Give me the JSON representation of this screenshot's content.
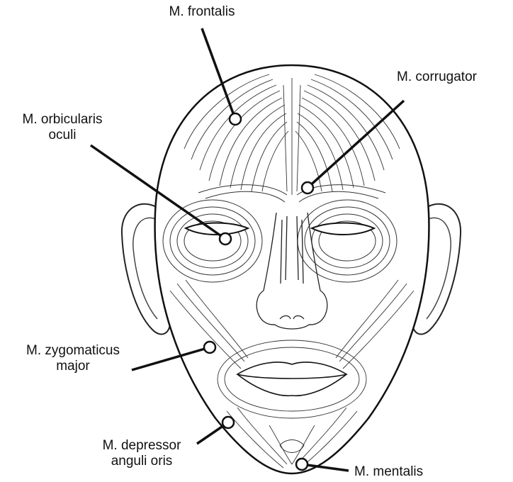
{
  "figure": {
    "labels": {
      "frontalis": "M. frontalis",
      "corrugator": "M. corrugator",
      "orbicularis_line1": "M. orbicularis",
      "orbicularis_line2": "oculi",
      "zygomaticus_line1": "M. zygomaticus",
      "zygomaticus_line2": "major",
      "depressor_line1": "M. depressor",
      "depressor_line2": "anguli oris",
      "mentalis": "M. mentalis"
    },
    "colors": {
      "line": "#111111",
      "marker_fill": "#ffffff",
      "background": "#ffffff"
    }
  }
}
